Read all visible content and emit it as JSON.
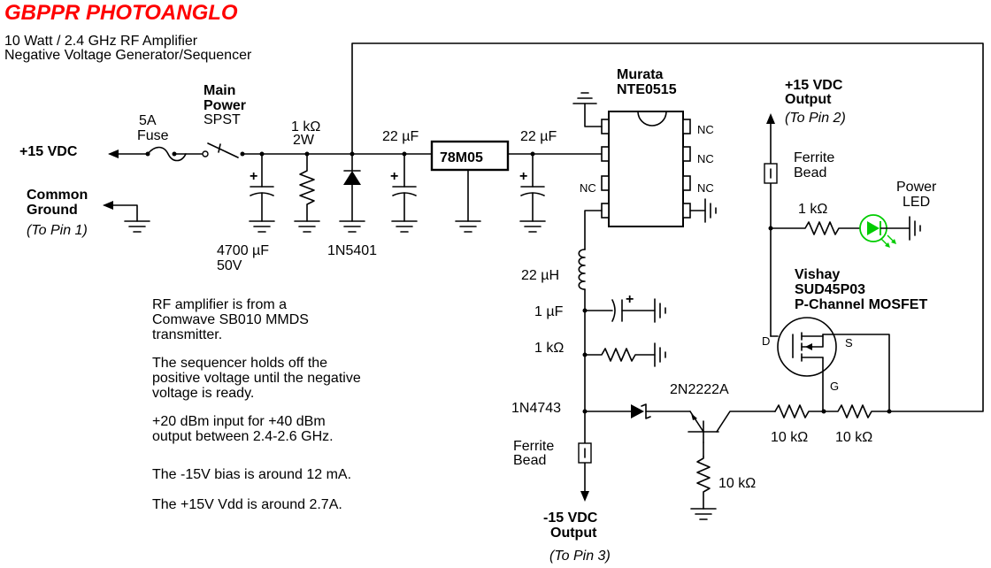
{
  "header": {
    "title": "GBPPR PHOTOANGLO",
    "title_color": "#ff0000",
    "subtitle_line1": "10 Watt / 2.4 GHz RF Amplifier",
    "subtitle_line2": "Negative Voltage Generator/Sequencer"
  },
  "input": {
    "vdc_label": "+15 VDC",
    "ground_line1": "Common",
    "ground_line2": "Ground",
    "pin_note": "(To Pin 1)"
  },
  "fuse": {
    "line1": "5A",
    "line2": "Fuse"
  },
  "switch": {
    "line1": "Main",
    "line2": "Power",
    "line3": "SPST"
  },
  "cap_4700": {
    "value": "4700 µF",
    "voltage": "50V",
    "polarity": "+"
  },
  "res_1k_2w": {
    "line1": "1 kΩ",
    "line2": "2W"
  },
  "diode_1n5401": {
    "label": "1N5401"
  },
  "cap_22_in": {
    "label": "22 µF",
    "polarity": "+"
  },
  "regulator": {
    "label": "78M05"
  },
  "cap_22_out": {
    "label": "22 µF",
    "polarity": "+"
  },
  "dcdc": {
    "line1": "Murata",
    "line2": "NTE0515",
    "nc_pins": [
      "NC",
      "NC",
      "NC",
      "NC"
    ]
  },
  "neg_section": {
    "inductor": "22 µH",
    "cap_1u": "1 µF",
    "cap_polarity": "+",
    "res_1k": "1 kΩ",
    "zener": "1N4743",
    "bead_line1": "Ferrite",
    "bead_line2": "Bead",
    "out_line1": "-15 VDC",
    "out_line2": "Output",
    "out_pin": "(To Pin 3)"
  },
  "transistor": {
    "label": "2N2222A",
    "r_base": "10 kΩ",
    "r_emitter": "10 kΩ",
    "r_gate": "10 kΩ"
  },
  "pos_section": {
    "out_line1": "+15 VDC",
    "out_line2": "Output",
    "out_pin": "(To Pin 2)",
    "bead_line1": "Ferrite",
    "bead_line2": "Bead",
    "led_res": "1 kΩ",
    "led_line1": "Power",
    "led_line2": "LED",
    "led_color": "#00cc00"
  },
  "mosfet": {
    "line1": "Vishay",
    "line2": "SUD45P03",
    "line3": "P-Channel MOSFET",
    "pin_d": "D",
    "pin_s": "S",
    "pin_g": "G"
  },
  "notes": {
    "n1_line1": "RF amplifier is from a",
    "n1_line2": "Comwave SB010 MMDS",
    "n1_line3": "transmitter.",
    "n2_line1": "The sequencer holds off the",
    "n2_line2": "positive voltage until the negative",
    "n2_line3": "voltage is ready.",
    "n3_line1": "+20 dBm input for +40 dBm",
    "n3_line2": "output between 2.4-2.6 GHz.",
    "n4": "The -15V bias is around 12 mA.",
    "n5": "The +15V Vdd is around 2.7A."
  }
}
